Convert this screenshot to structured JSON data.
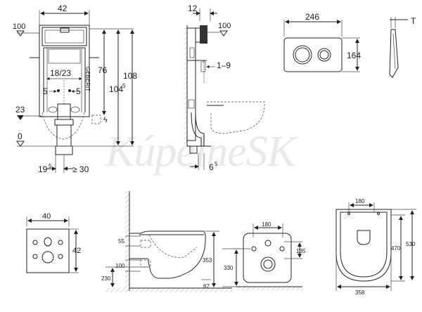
{
  "watermark": "KúpelneSK",
  "frame_view": {
    "width_label": "42",
    "top_ref_label": "100",
    "brand_label": "GEBERIT",
    "height_76": "76",
    "height_1045": "104",
    "height_1045_sup": "5",
    "height_108": "108",
    "spacing_label": "18/23",
    "left_5": "5",
    "right_5": "5",
    "level_23": "23",
    "level_0": "0",
    "bottom_195": "19",
    "bottom_195_sup": "5",
    "bottom_30": "≥ 30"
  },
  "side_view": {
    "depth_label": "12",
    "top_ref_label": "100",
    "range_label": "1–9",
    "bottom_65": "6",
    "bottom_65_sup": "5"
  },
  "plate_view": {
    "width_label": "246",
    "height_label": "164",
    "thickness_label": "T"
  },
  "wall_plate": {
    "width_label": "40",
    "height_label": "42"
  },
  "bowl_side": {
    "label_55": "55",
    "label_100": "100",
    "label_230": "230",
    "label_353": "353",
    "label_67": "67"
  },
  "bowl_back": {
    "label_180": "180",
    "label_135": "135",
    "label_330": "330"
  },
  "bowl_top": {
    "label_180": "180",
    "label_470": "470",
    "label_530": "530",
    "label_358": "358"
  }
}
